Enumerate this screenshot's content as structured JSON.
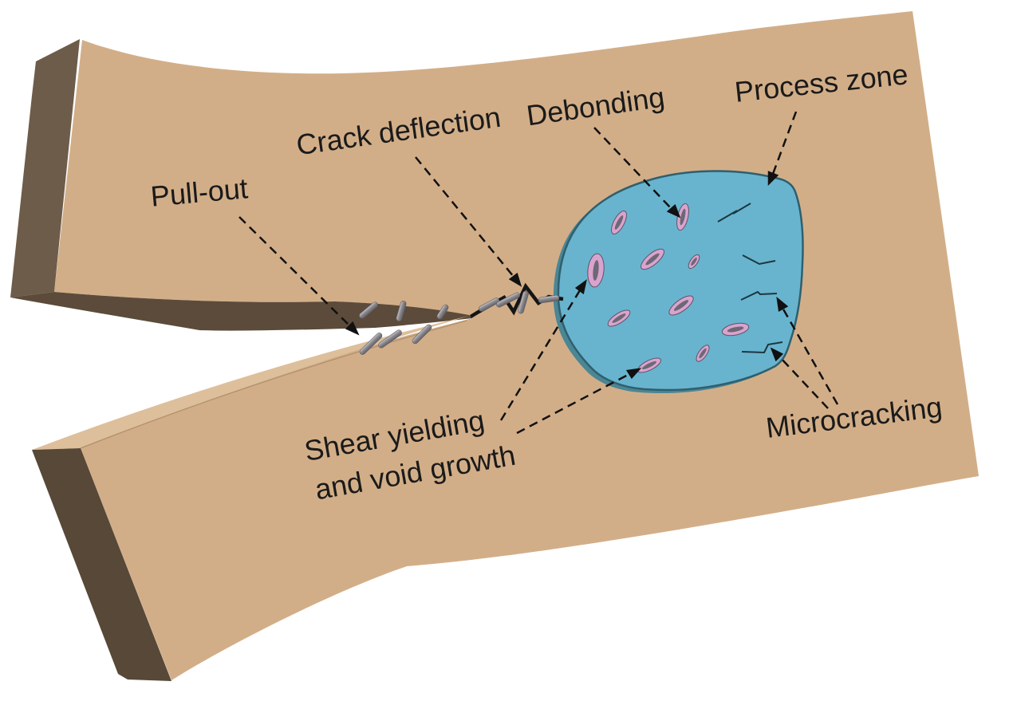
{
  "diagram": {
    "type": "toughening-mechanisms-illustration",
    "labels": {
      "pull_out": "Pull-out",
      "crack_deflection": "Crack deflection",
      "debonding": "Debonding",
      "process_zone": "Process zone",
      "shear_yielding_line1": "Shear yielding",
      "shear_yielding_line2": "and void growth",
      "microcracking": "Microcracking"
    },
    "colors": {
      "background": "#ffffff",
      "matrix_front": "#d2ae88",
      "matrix_top_face": "#ddbf9b",
      "matrix_side_upper": "#6d5c4a",
      "matrix_side_lower": "#574837",
      "crack_shadow": "#5c4b3a",
      "process_zone_fill": "#68b4ce",
      "process_zone_rim": "#2f5f6e",
      "process_zone_shadow": "#4b8695",
      "void_fill": "#daa3cf",
      "particle_core": "#6c6875",
      "fiber_gray": "#8b898e",
      "annotation_text": "#1a1a1a",
      "arrow": "#111111"
    }
  }
}
